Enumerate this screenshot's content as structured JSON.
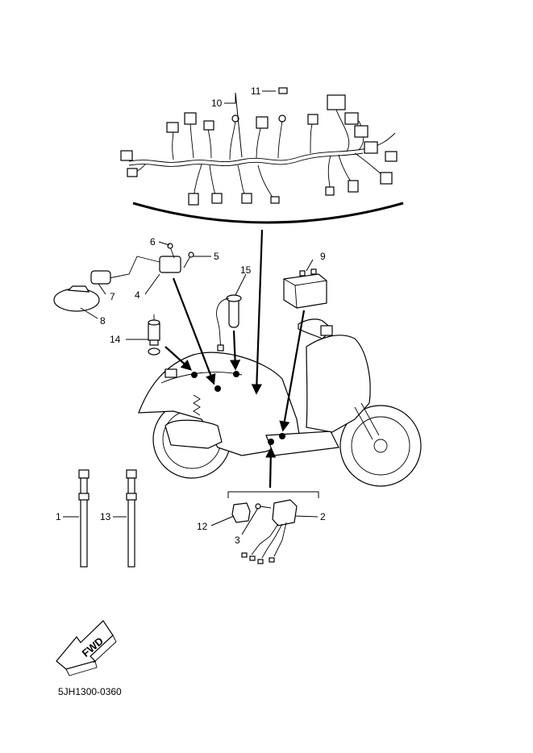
{
  "callouts": {
    "c1": "1",
    "c2": "2",
    "c3": "3",
    "c4": "4",
    "c5": "5",
    "c6": "6",
    "c7": "7",
    "c8": "8",
    "c9": "9",
    "c10": "10",
    "c11": "11",
    "c12": "12",
    "c13": "13",
    "c14": "14",
    "c15": "15"
  },
  "fwd_label": "FWD",
  "diagram_code": "5JH1300-0360",
  "colors": {
    "ink": "#000000",
    "paper": "#ffffff"
  }
}
